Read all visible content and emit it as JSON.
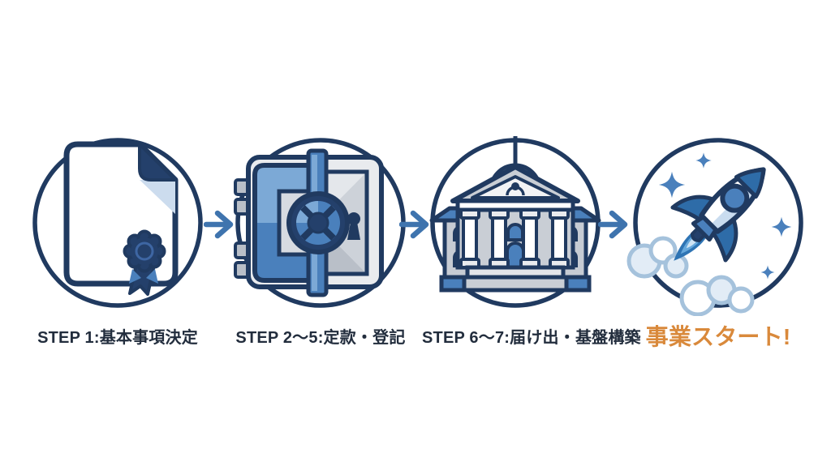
{
  "steps": [
    {
      "label": "STEP 1:基本事項決定",
      "icon": "document-with-seal-icon"
    },
    {
      "label": "STEP 2〜5:定款・登記",
      "icon": "safe-icon"
    },
    {
      "label": "STEP 6〜7:届け出・基盤構築",
      "icon": "government-building-icon"
    },
    {
      "label": "事業スタート!",
      "icon": "rocket-launch-icon",
      "emphasis": true
    }
  ],
  "arrows": [
    {
      "icon": "right-arrow-icon"
    },
    {
      "icon": "right-arrow-icon"
    },
    {
      "icon": "right-arrow-icon"
    }
  ],
  "colors": {
    "background": "#ffffff",
    "outline": "#203A60",
    "navy": "#24406B",
    "blue": "#4A80BC",
    "blue_deep": "#2E6CA8",
    "blue_light": "#7CA9D6",
    "pale_blue": "#CCDCEE",
    "cloud": "#A5C2DC",
    "arrow": "#3F74AE",
    "label_text": "#222D3D",
    "accent_orange": "#D9893B"
  }
}
